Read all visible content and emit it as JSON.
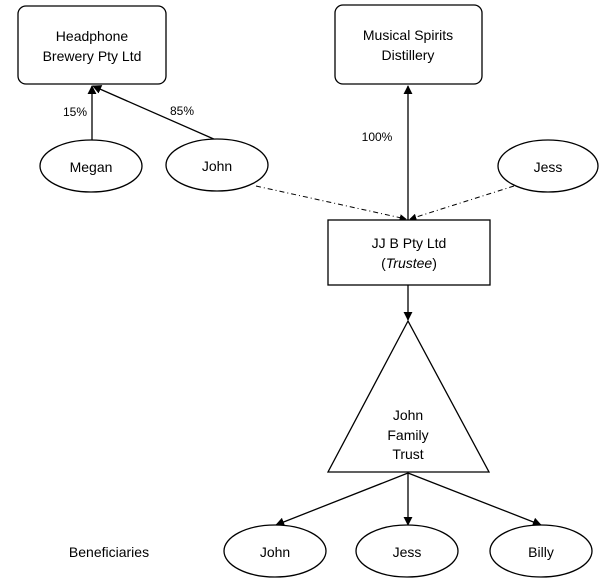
{
  "nodes": {
    "headphone": {
      "line1": "Headphone",
      "line2": "Brewery Pty Ltd"
    },
    "musical": {
      "line1": "Musical Spirits",
      "line2": "Distillery"
    },
    "megan": {
      "label": "Megan"
    },
    "john_top": {
      "label": "John"
    },
    "jess_top": {
      "label": "Jess"
    },
    "jjb": {
      "line1": "JJ B Pty Ltd",
      "paren_open": "(",
      "role": "Trustee",
      "paren_close": ")"
    },
    "trust": {
      "line1": "John",
      "line2": "Family",
      "line3": "Trust"
    },
    "john_bottom": {
      "label": "John"
    },
    "jess_bottom": {
      "label": "Jess"
    },
    "billy": {
      "label": "Billy"
    }
  },
  "edge_labels": {
    "megan_share": "15%",
    "john_share": "85%",
    "jjb_share": "100%"
  },
  "beneficiaries_label": "Beneficiaries"
}
